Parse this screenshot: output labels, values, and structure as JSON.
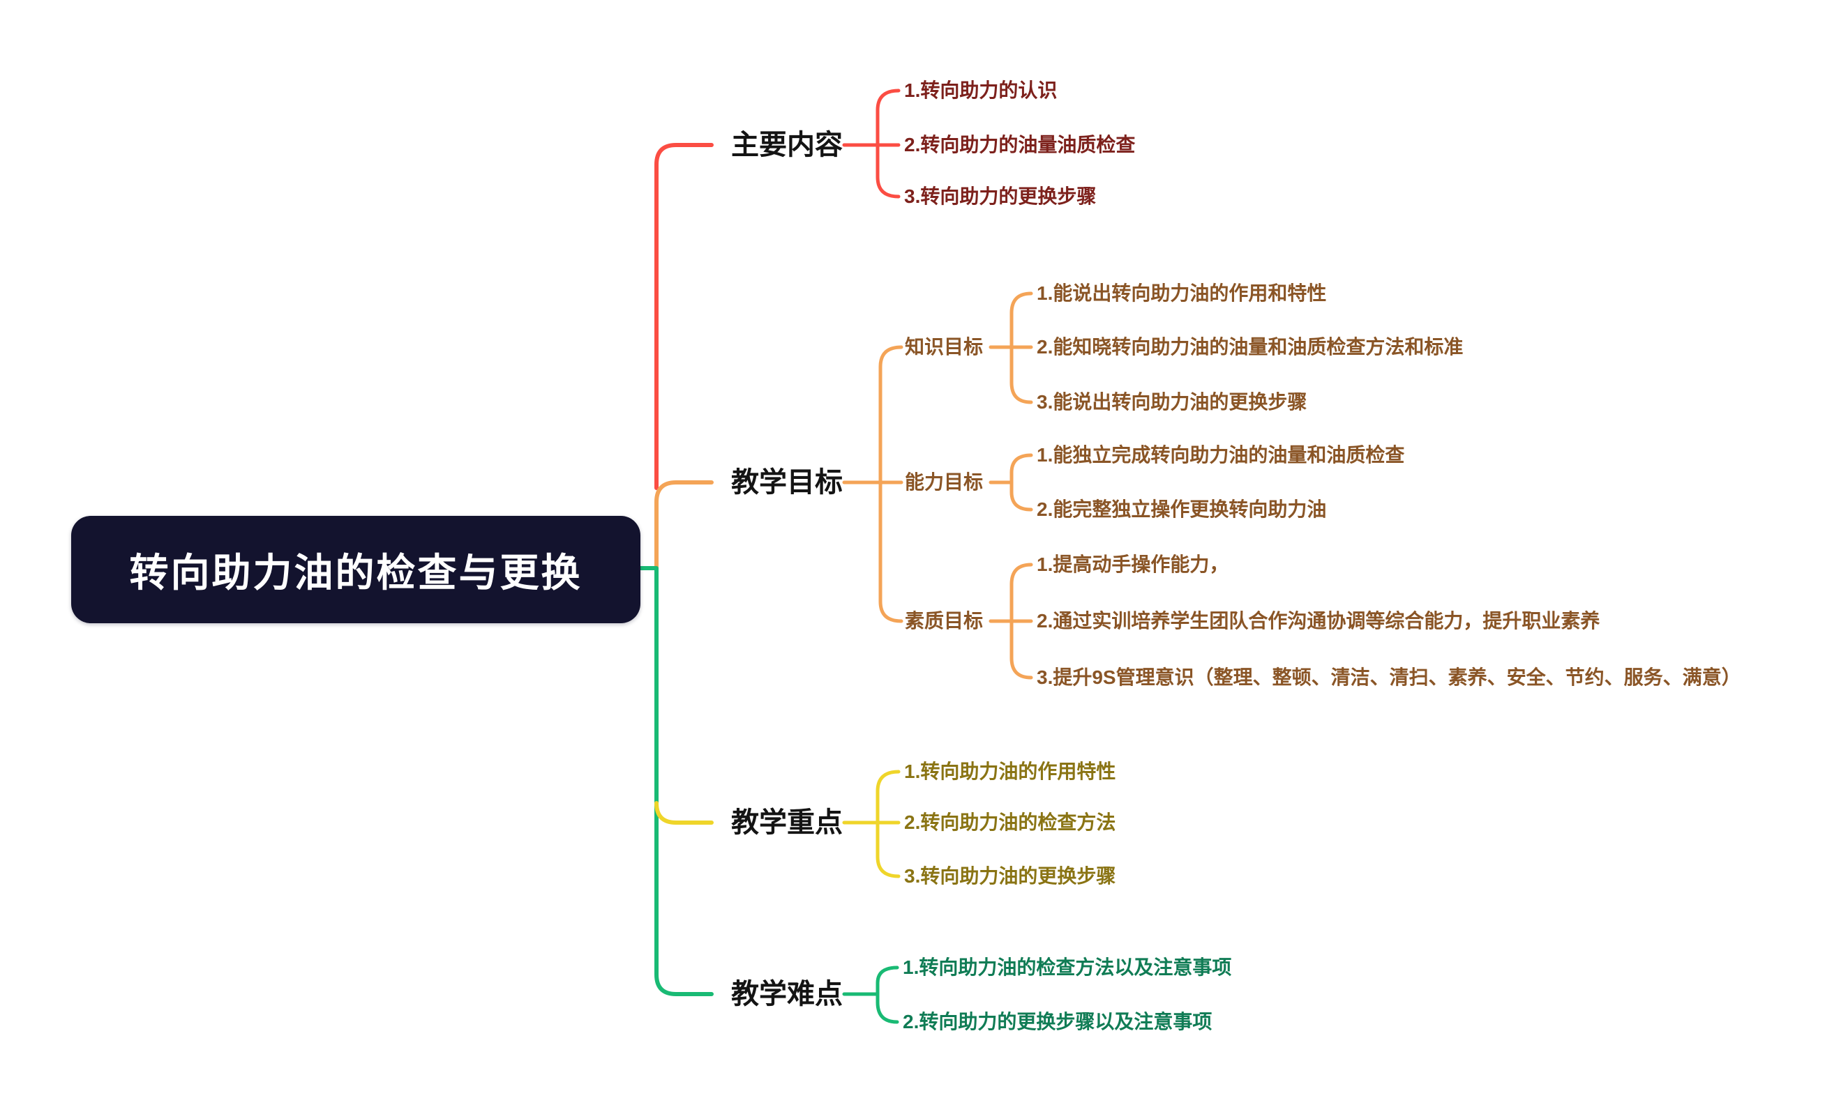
{
  "palette": {
    "canvas_bg": "#ffffff",
    "root_bg": "#13132e",
    "root_text": "#ffffff",
    "branch_label_text": "#141414",
    "red": "#fb4d43",
    "orange": "#f4a457",
    "yellow": "#efd52a",
    "green": "#19ba74",
    "red_leaf_text": "#7d211c",
    "orange_leaf_text": "#8a5526",
    "yellow_leaf_text": "#8a7414",
    "green_leaf_text": "#107c55"
  },
  "root": {
    "label": "转向助力油的检查与更换"
  },
  "branches": [
    {
      "label": "主要内容",
      "children": [
        {
          "label": "1.转向助力的认识"
        },
        {
          "label": "2.转向助力的油量油质检查"
        },
        {
          "label": "3.转向助力的更换步骤"
        }
      ]
    },
    {
      "label": "教学目标",
      "children": [
        {
          "label": "知识目标",
          "children": [
            {
              "label": "1.能说出转向助力油的作用和特性"
            },
            {
              "label": "2.能知晓转向助力油的油量和油质检查方法和标准"
            },
            {
              "label": "3.能说出转向助力油的更换步骤"
            }
          ]
        },
        {
          "label": "能力目标",
          "children": [
            {
              "label": "1.能独立完成转向助力油的油量和油质检查"
            },
            {
              "label": "2.能完整独立操作更换转向助力油"
            }
          ]
        },
        {
          "label": "素质目标",
          "children": [
            {
              "label": "1.提高动手操作能力，"
            },
            {
              "label": "2.通过实训培养学生团队合作沟通协调等综合能力，提升职业素养"
            },
            {
              "label": "3.提升9S管理意识（整理、整顿、清洁、清扫、素养、安全、节约、服务、满意）"
            }
          ]
        }
      ]
    },
    {
      "label": "教学重点",
      "children": [
        {
          "label": "1.转向助力油的作用特性"
        },
        {
          "label": "2.转向助力油的检查方法"
        },
        {
          "label": "3.转向助力油的更换步骤"
        }
      ]
    },
    {
      "label": "教学难点",
      "children": [
        {
          "label": "1.转向助力油的检查方法以及注意事项"
        },
        {
          "label": "2.转向助力的更换步骤以及注意事项"
        }
      ]
    }
  ]
}
